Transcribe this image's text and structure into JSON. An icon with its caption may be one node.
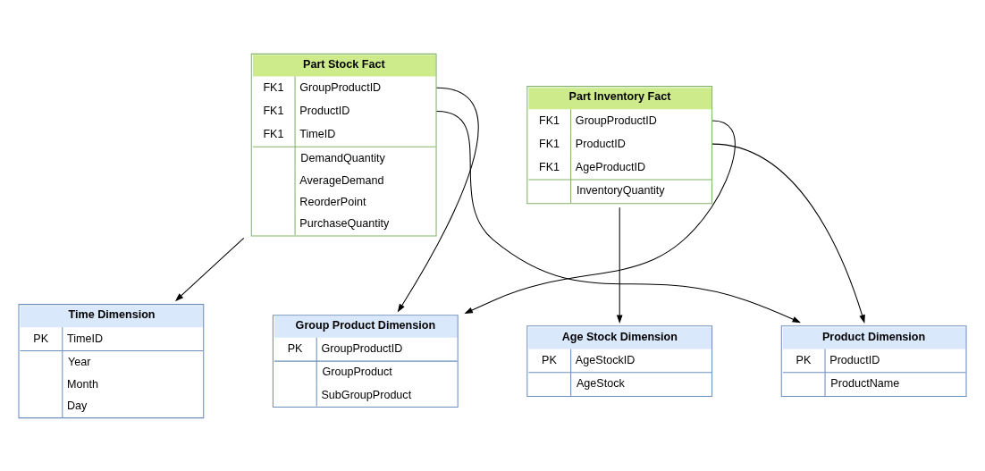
{
  "diagram": {
    "nodes": [
      {
        "text": [
          "Time Dimension",
          "PK",
          "TimeID",
          "Year",
          "Month",
          "Day"
        ]
      },
      {
        "text": [
          "Age Stock Dimension",
          "PK",
          "AgeStockID",
          "AgeStock"
        ]
      },
      {
        "text": [
          "Group Product Dimension",
          "PK",
          "GroupProductID",
          "GroupProduct",
          "SubGroupProduct"
        ]
      },
      {
        "text": [
          "Part Inventory Fact",
          "FK1",
          "GroupProductID",
          "FK1",
          "ProductID",
          "FK1",
          "AgeProductID",
          "InventoryQuantity"
        ]
      },
      {
        "text": [
          "Part Stock Fact",
          "FK1",
          "GroupProductID",
          "FK1",
          "ProductID",
          "FK1",
          "TimeID",
          "DemandQuantity",
          "AverageDemand",
          "ReorderPoint",
          "PurchaseQuantity"
        ]
      },
      {
        "text": [
          "Product Dimension",
          "PK",
          "ProductID",
          "ProductName"
        ]
      }
    ],
    "edges": [
      {
        "from": 3,
        "to": 1,
        "arrow": "to"
      },
      {
        "from": 3,
        "to": 2,
        "arrow": "to"
      },
      {
        "from": 3,
        "to": 5,
        "arrow": "to"
      },
      {
        "from": 4,
        "to": 0,
        "arrow": "to"
      },
      {
        "from": 4,
        "to": 2,
        "arrow": "to"
      },
      {
        "from": 4,
        "to": 5,
        "arrow": "to"
      }
    ]
  }
}
